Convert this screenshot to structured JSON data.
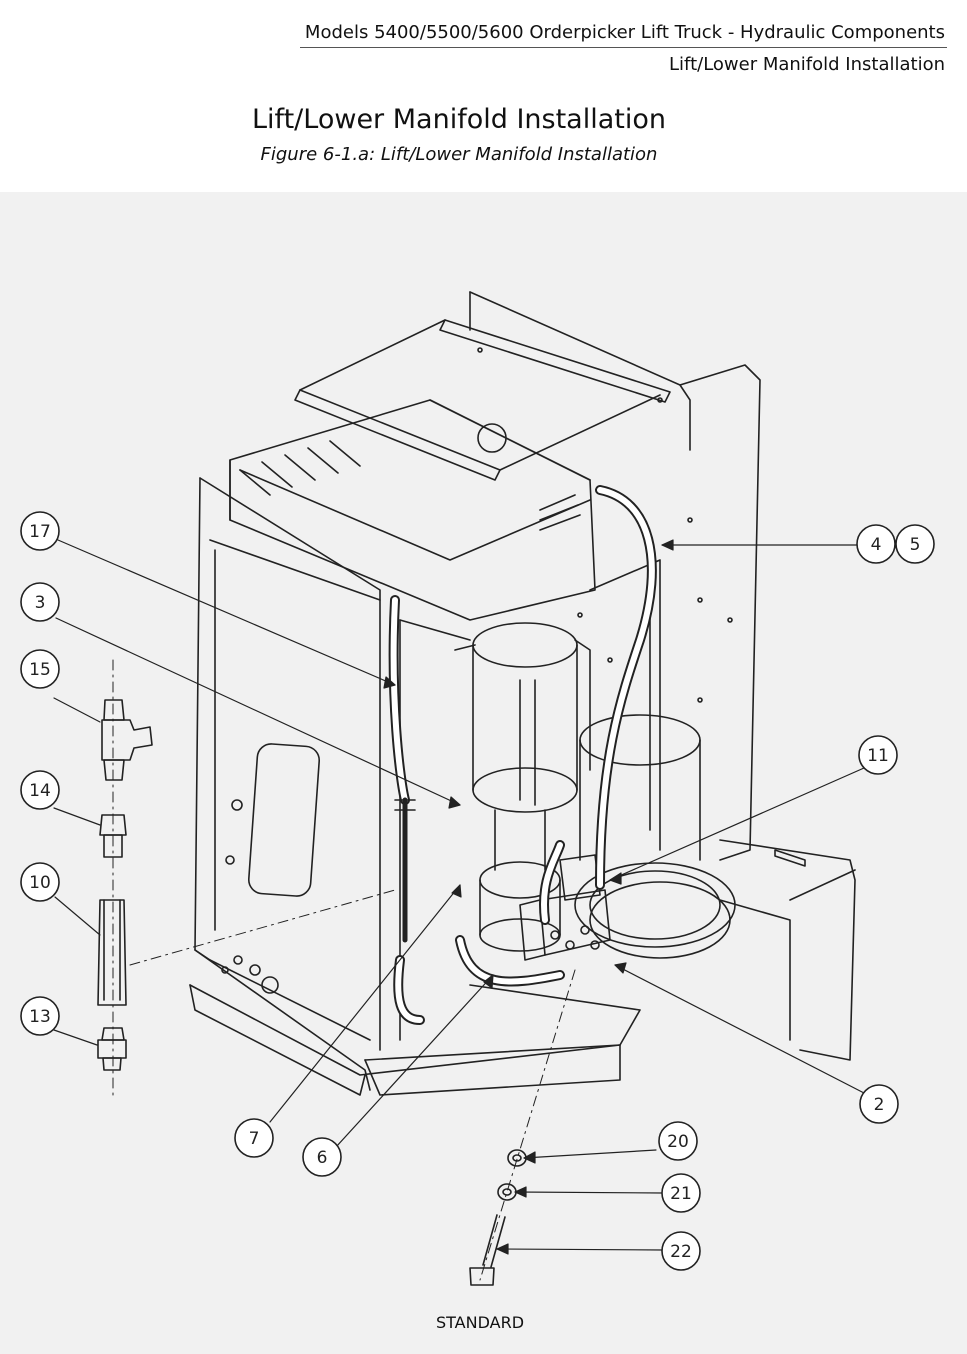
{
  "header": {
    "line1": "Models 5400/5500/5600 Orderpicker Lift Truck - Hydraulic Components",
    "line2": "Lift/Lower Manifold Installation"
  },
  "page_title": "Lift/Lower Manifold Installation",
  "figure_caption": "Figure 6-1.a: Lift/Lower Manifold Installation",
  "callouts": {
    "c17": "17",
    "c3": "3",
    "c15": "15",
    "c14": "14",
    "c10": "10",
    "c13": "13",
    "c4": "4",
    "c5": "5",
    "c11": "11",
    "c2": "2",
    "c7": "7",
    "c6": "6",
    "c20": "20",
    "c21": "21",
    "c22": "22"
  },
  "figure_label": "STANDARD"
}
